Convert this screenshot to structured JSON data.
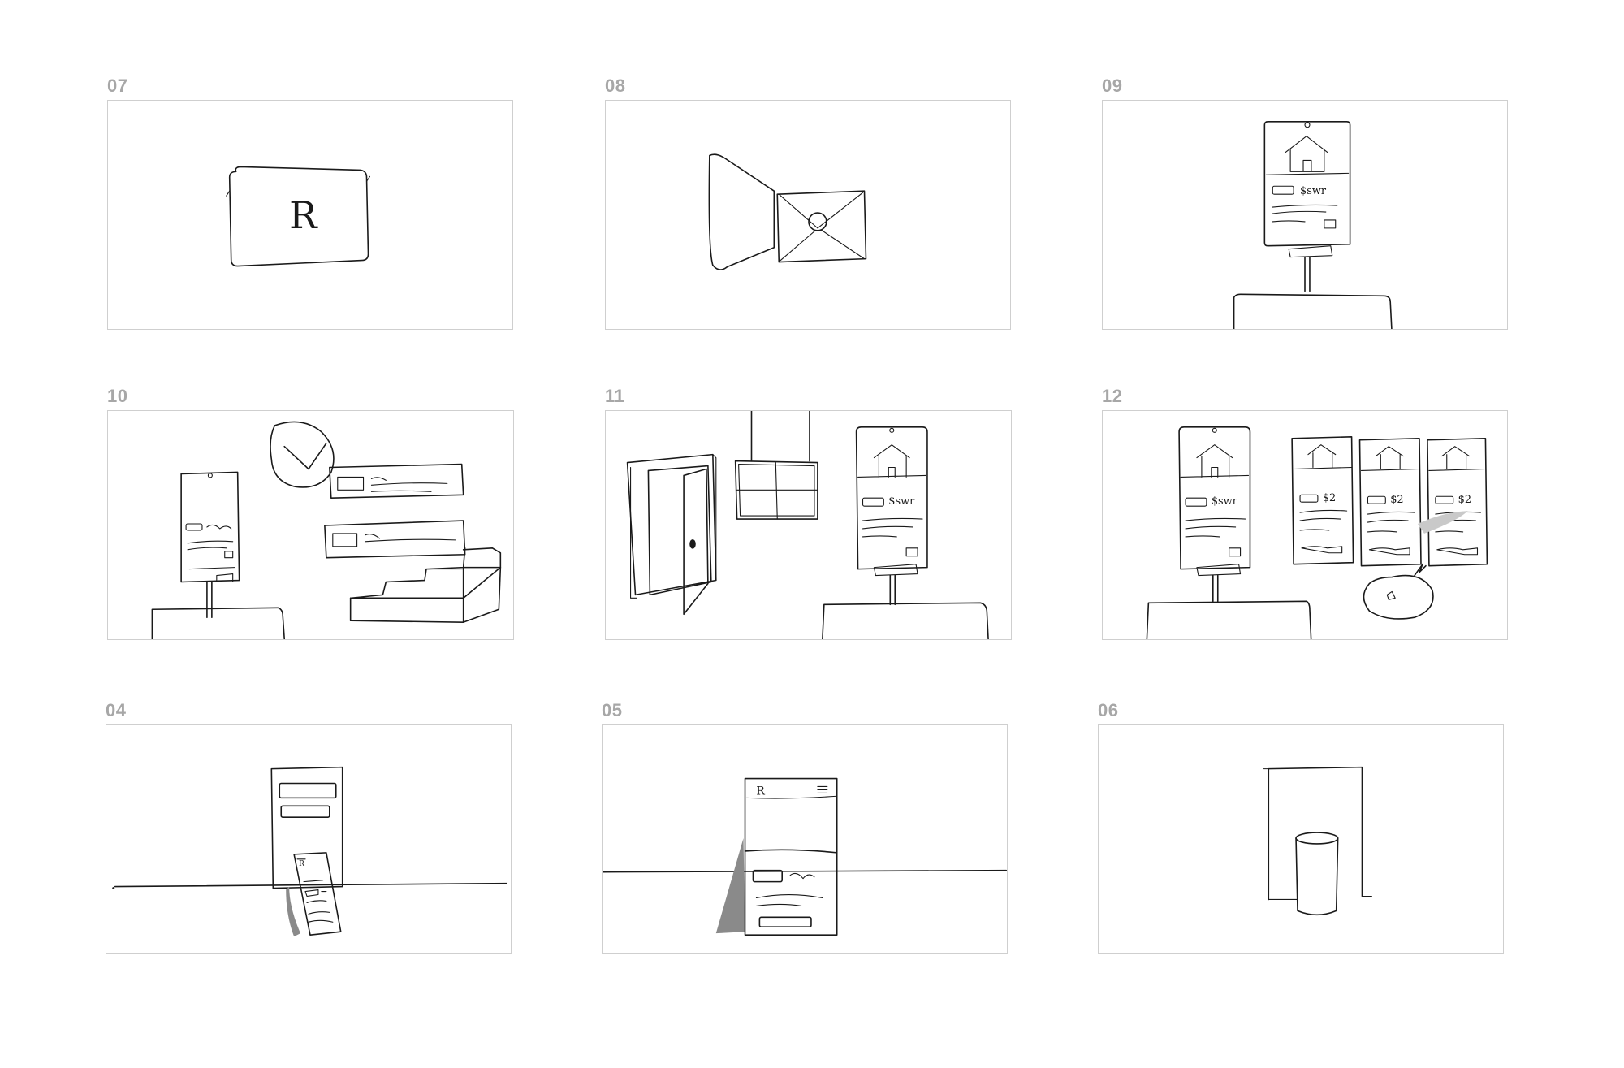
{
  "storyboard": {
    "panels": [
      {
        "id": "07",
        "label": "07",
        "sketch": "logo-card"
      },
      {
        "id": "08",
        "label": "08",
        "sketch": "email-envelope"
      },
      {
        "id": "09",
        "label": "09",
        "sketch": "listing-sign-on-desk"
      },
      {
        "id": "10",
        "label": "10",
        "sketch": "listing-sign-with-clock-and-stairs"
      },
      {
        "id": "11",
        "label": "11",
        "sketch": "door-window-and-listing-sign"
      },
      {
        "id": "12",
        "label": "12",
        "sketch": "listing-sign-with-three-cards"
      },
      {
        "id": "04",
        "label": "04",
        "sketch": "tall-phone-with-small-phone"
      },
      {
        "id": "05",
        "label": "05",
        "sketch": "phone-leaning-on-horizon"
      },
      {
        "id": "06",
        "label": "06",
        "sketch": "doorway-with-cylinder"
      }
    ],
    "logo_letter": "R",
    "price_scribble": "$swr",
    "small_price_scribble": "$2"
  }
}
